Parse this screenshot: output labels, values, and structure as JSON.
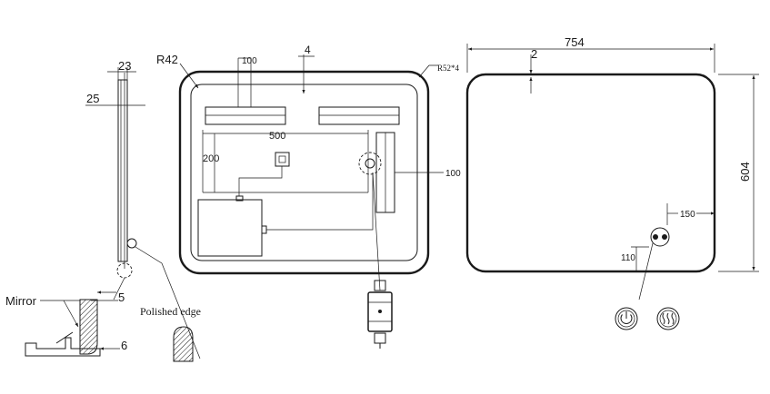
{
  "side_view": {
    "dim_top": "23",
    "dim_left": "25",
    "dim_glass": "5",
    "dim_bottom": "6",
    "label_mirror": "Mirror",
    "label_edge": "Polished edge"
  },
  "rear_view": {
    "corner_radius": "R42",
    "strip_width": "100",
    "top_offset": "4",
    "corner_note": "R52*4",
    "span_width": "500",
    "span_height": "200",
    "side_offset": "100"
  },
  "front_view": {
    "width": "754",
    "height": "604",
    "top_margin": "2",
    "switch_offset_x": "150",
    "switch_offset_y": "110"
  },
  "icons": [
    "power-icon",
    "heat-waves-icon"
  ]
}
